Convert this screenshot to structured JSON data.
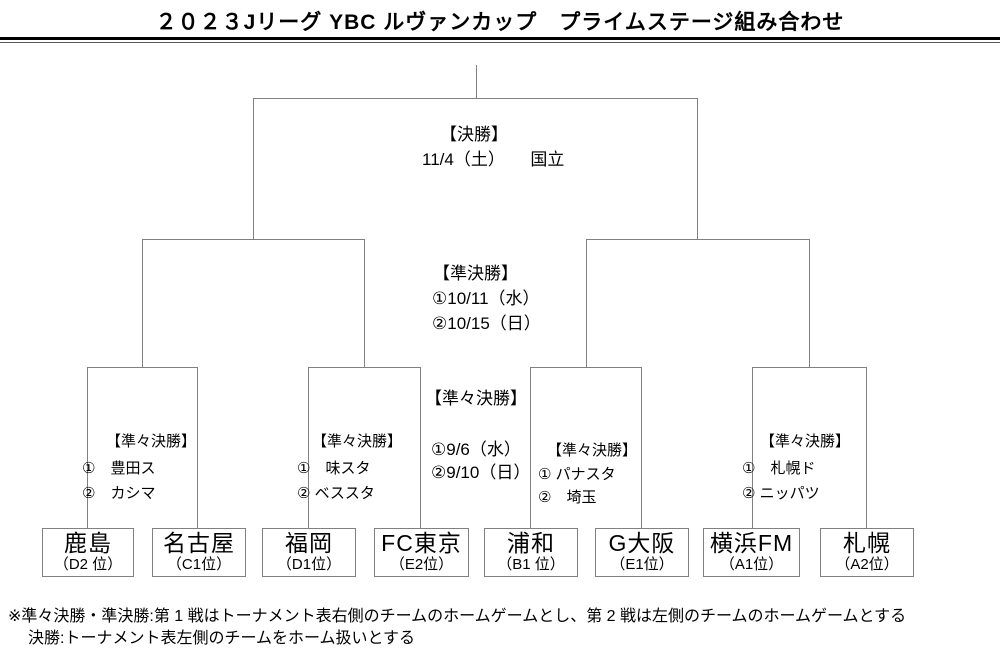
{
  "title": "２０２３Jリーグ YBC ルヴァンカップ　プライムステージ組み合わせ",
  "final": {
    "label": "【決勝】",
    "date_venue": "11/4（土）　　国立"
  },
  "semifinal": {
    "label": "【準決勝】",
    "leg1": "①10/11（水）",
    "leg2": "②10/15（日）"
  },
  "quarterfinal_schedule": {
    "label": "【準々決勝】",
    "leg1": "①9/6（水）",
    "leg2": "②9/10（日）"
  },
  "quarterfinals": [
    {
      "label": "【準々決勝】",
      "leg1": "①　豊田ス",
      "leg2": "②　カシマ"
    },
    {
      "label": "【準々決勝】",
      "leg1": "①　味スタ",
      "leg2": "② ベススタ"
    },
    {
      "label": "【準々決勝】",
      "leg1": "① パナスタ",
      "leg2": "②　埼玉"
    },
    {
      "label": "【準々決勝】",
      "leg1": "①　札幌ド",
      "leg2": "② ニッパツ"
    }
  ],
  "teams": [
    {
      "name": "鹿島",
      "rank": "（D2 位）"
    },
    {
      "name": "名古屋",
      "rank": "（C1位）"
    },
    {
      "name": "福岡",
      "rank": "（D1位）"
    },
    {
      "name": "FC東京",
      "rank": "（E2位）"
    },
    {
      "name": "浦和",
      "rank": "（B1 位）"
    },
    {
      "name": "G大阪",
      "rank": "（E1位）"
    },
    {
      "name": "横浜FM",
      "rank": "（A1位）"
    },
    {
      "name": "札幌",
      "rank": "（A2位）"
    }
  ],
  "notes": {
    "line1": "※準々決勝・準決勝:第 1 戦はトーナメント表右側のチームのホームゲームとし、第 2 戦は左側のチームのホームゲームとする",
    "line2": "決勝:トーナメント表左側のチームをホーム扱いとする"
  },
  "colors": {
    "line": "#808080",
    "separator": "#000000",
    "text": "#000000",
    "background": "#ffffff"
  }
}
